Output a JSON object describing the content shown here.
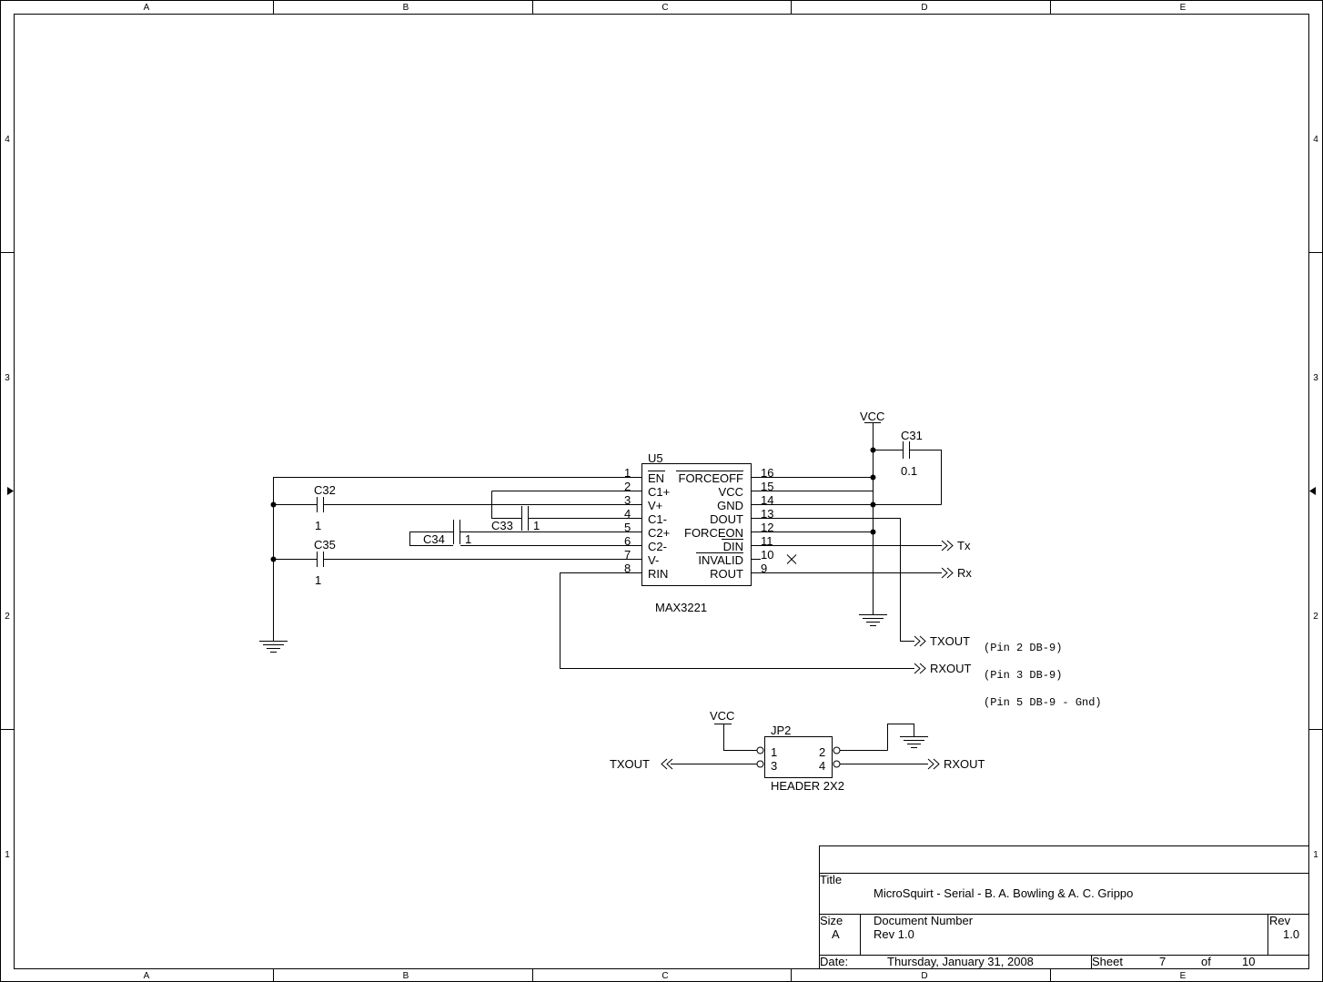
{
  "border": {
    "columns": [
      "A",
      "B",
      "C",
      "D",
      "E"
    ],
    "rows": [
      "4",
      "3",
      "2",
      "1"
    ]
  },
  "power": {
    "vcc_top": "VCC",
    "vcc_header": "VCC"
  },
  "u5": {
    "ref": "U5",
    "part": "MAX3221",
    "left_pins": [
      {
        "num": "1",
        "name": "EN"
      },
      {
        "num": "2",
        "name": "C1+"
      },
      {
        "num": "3",
        "name": "V+"
      },
      {
        "num": "4",
        "name": "C1-"
      },
      {
        "num": "5",
        "name": "C2+"
      },
      {
        "num": "6",
        "name": "C2-"
      },
      {
        "num": "7",
        "name": "V-"
      },
      {
        "num": "8",
        "name": "RIN"
      }
    ],
    "right_pins": [
      {
        "num": "16",
        "name": "FORCEOFF"
      },
      {
        "num": "15",
        "name": "VCC"
      },
      {
        "num": "14",
        "name": "GND"
      },
      {
        "num": "13",
        "name": "DOUT"
      },
      {
        "num": "12",
        "name": "FORCEON"
      },
      {
        "num": "11",
        "name": "DIN"
      },
      {
        "num": "10",
        "name": "INVALID"
      },
      {
        "num": "9",
        "name": "ROUT"
      }
    ]
  },
  "caps": {
    "c31": {
      "ref": "C31",
      "value": "0.1"
    },
    "c32": {
      "ref": "C32",
      "value": "1"
    },
    "c33": {
      "ref": "C33",
      "value": "1"
    },
    "c34": {
      "ref": "C34",
      "value": "1"
    },
    "c35": {
      "ref": "C35",
      "value": "1"
    }
  },
  "nets": {
    "tx": "Tx",
    "rx": "Rx",
    "txout": "TXOUT",
    "rxout": "RXOUT",
    "txout_jp": "TXOUT",
    "rxout_jp": "RXOUT"
  },
  "notes": {
    "pin2": "(Pin 2 DB-9)",
    "pin3": "(Pin 3 DB-9)",
    "pin5": "(Pin 5 DB-9 - Gnd)"
  },
  "jp2": {
    "ref": "JP2",
    "part": "HEADER 2X2",
    "pins": [
      "1",
      "2",
      "3",
      "4"
    ]
  },
  "title_block": {
    "title_label": "Title",
    "title": "MicroSquirt - Serial - B. A. Bowling & A. C. Grippo",
    "size_label": "Size",
    "size": "A",
    "docnum_label": "Document Number",
    "docnum": "Rev 1.0",
    "rev_label": "Rev",
    "rev": "1.0",
    "date_label": "Date:",
    "date": "Thursday, January 31, 2008",
    "sheet_label": "Sheet",
    "sheet": "7",
    "of_label": "of",
    "total": "10"
  }
}
